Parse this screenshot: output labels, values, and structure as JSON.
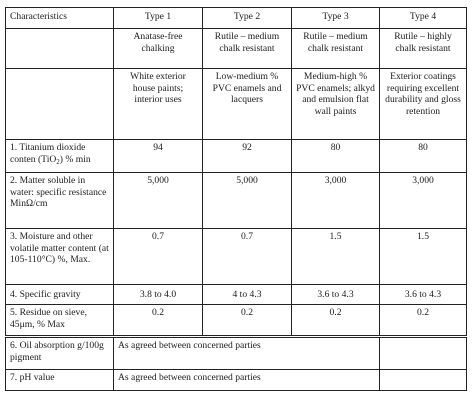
{
  "table": {
    "header": [
      "Characteristics",
      "Type 1",
      "Type 2",
      "Type 3",
      "Type 4"
    ],
    "subtype": [
      "",
      "Anatase-free chalking",
      "Rutile – medium chalk resistant",
      "Rutile – medium chalk resistant",
      "Rutile – highly chalk resistant"
    ],
    "uses": [
      "",
      "White exterior house paints; interior uses",
      "Low-medium % PVC enamels and lacquers",
      "Medium-high % PVC enamels; alkyd and emulsion flat wall paints",
      "Exterior coatings requiring excellent durability and gloss retention"
    ],
    "rows": [
      {
        "label_pre": "1. Titanium dioxide conten (TiO",
        "label_sub": "2",
        "label_post": ") % min",
        "values": [
          "94",
          "92",
          "80",
          "80"
        ]
      },
      {
        "label": "2. Matter soluble in water: specific resistance MinΩ/cm",
        "values": [
          "5,000",
          "5,000",
          "3,000",
          "3,000"
        ]
      },
      {
        "label": "3. Moisture and other volatile matter content (at 105-110°C) %, Max.",
        "values": [
          "0.7",
          "0.7",
          "1.5",
          "1.5"
        ]
      },
      {
        "label": "4. Specific gravity",
        "values": [
          "3.8 to 4.0",
          "4 to 4.3",
          "3.6 to 4.3",
          "3.6 to 4.3"
        ]
      },
      {
        "label": "5. Residue on sieve, 45μm, % Max",
        "values": [
          "0.2",
          "0.2",
          "0.2",
          "0.2"
        ]
      }
    ],
    "merged_rows": [
      {
        "label": "6. Oil absorption g/100g pigment",
        "value": "As agreed between concerned parties"
      },
      {
        "label": "7. pH value",
        "value": "As agreed between concerned parties"
      }
    ]
  }
}
